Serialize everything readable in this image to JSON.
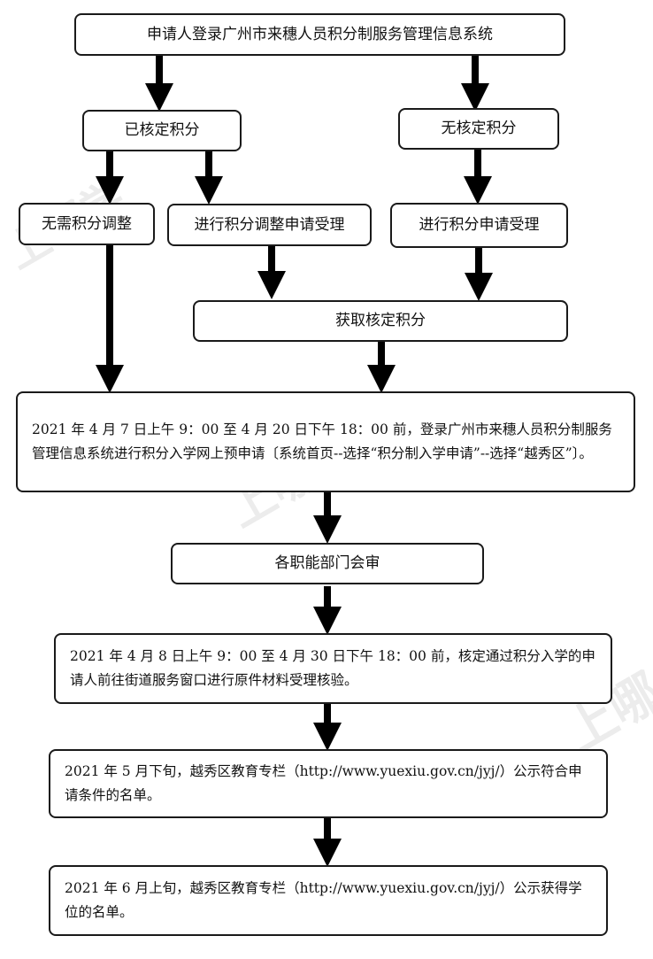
{
  "flowchart": {
    "login": "申请人登录广州市来穗人员积分制服务管理信息系统",
    "verified_points": "已核定积分",
    "no_verified_points": "无核定积分",
    "no_adjustment": "无需积分调整",
    "adjustment_application": "进行积分调整申请受理",
    "points_application": "进行积分申请受理",
    "obtain_points": "获取核定积分",
    "online_application": "2021 年 4 月 7 日上午 9：00 至 4 月 20 日下午 18：00 前，登录广州市来穗人员积分制服务管理信息系统进行积分入学网上预申请〔系统首页--选择“积分制入学申请”--选择“越秀区”〕。",
    "joint_review": "各职能部门会审",
    "original_verification": "2021 年 4 月 8 日上午 9：00 至 4 月 30 日下午 18：00 前，核定通过积分入学的申请人前往街道服务窗口进行原件材料受理核验。",
    "eligible_list": "2021 年 5 月下旬，越秀区教育专栏（http://www.yuexiu.gov.cn/jyj/）公示符合申请条件的名单。",
    "admission_list": "2021 年 6 月上旬，越秀区教育专栏（http://www.yuexiu.gov.cn/jyj/）公示获得学位的名单。"
  },
  "watermarks": [
    "上哪学",
    "上哪学",
    "上哪"
  ]
}
